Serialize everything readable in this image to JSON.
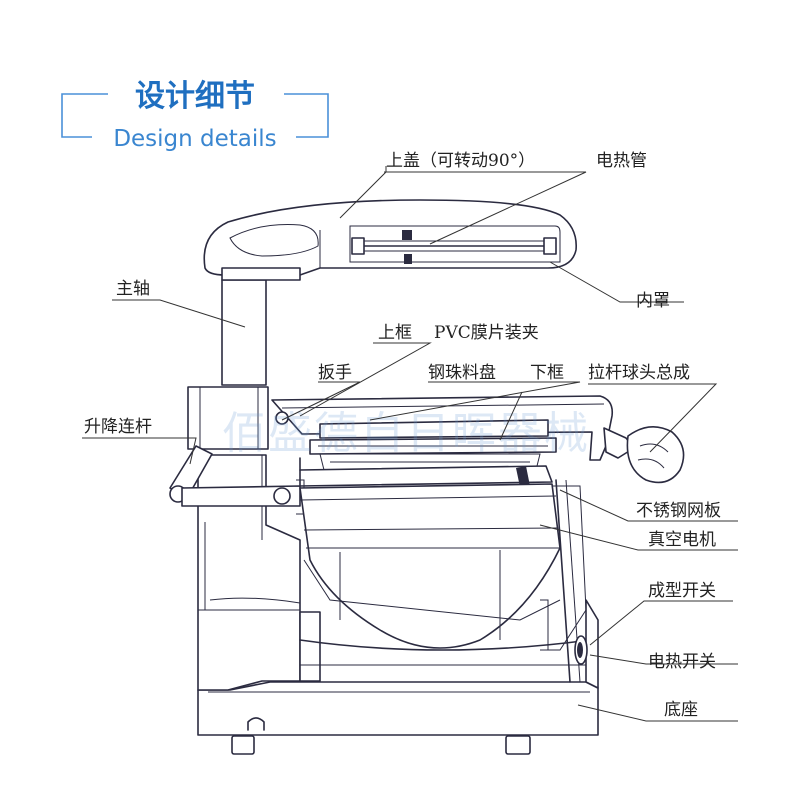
{
  "header": {
    "title": "设计细节",
    "subtitle": "Design details",
    "accent_color": "#1f6fc0"
  },
  "watermark": "佰盛德自日晖器械",
  "labels": {
    "upper_lid": "上盖（可转动90°）",
    "heating_tube": "电热管",
    "inner_cover": "内罩",
    "main_shaft": "主轴",
    "upper_frame": "上框",
    "pvc_clamp": "PVC膜片装夹",
    "wrench": "扳手",
    "bead_tray": "钢珠料盘",
    "lower_frame": "下框",
    "ball_handle": "拉杆球头总成",
    "lift_link": "升降连杆",
    "steel_mesh": "不锈钢网板",
    "vacuum_motor": "真空电机",
    "forming_switch": "成型开关",
    "heating_switch": "电热开关",
    "base": "底座"
  }
}
